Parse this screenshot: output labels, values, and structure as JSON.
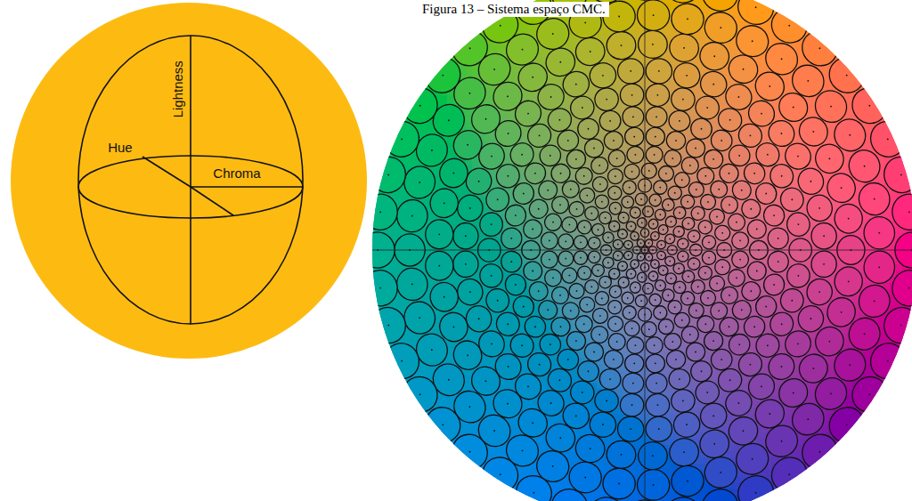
{
  "diagram": {
    "title": "Figura 13 – Sistema espaço CMC.",
    "nodes": [
      {
        "text": [
          "Lightness",
          "Hue",
          "Chroma"
        ]
      }
    ]
  }
}
